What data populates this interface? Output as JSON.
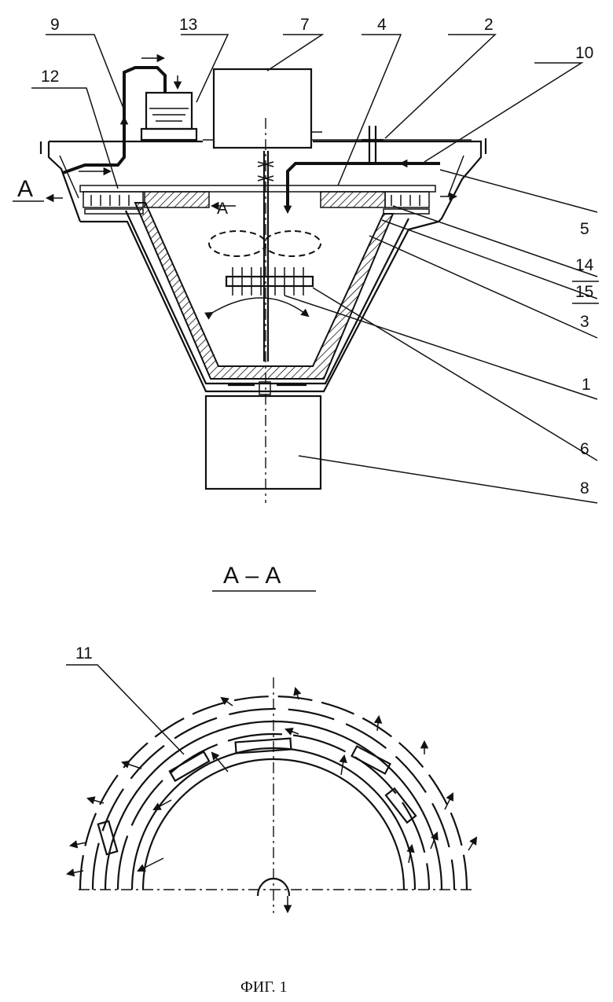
{
  "labels": {
    "n1": "1",
    "n2": "2",
    "n3": "3",
    "n4": "4",
    "n5": "5",
    "n6": "6",
    "n7": "7",
    "n8": "8",
    "n9": "9",
    "n10": "10",
    "n11": "11",
    "n12": "12",
    "n13": "13",
    "n14": "14",
    "n15": "15"
  },
  "section": {
    "left_mark": "A",
    "inner_mark": "A",
    "title": "А – А"
  },
  "caption": "ФИГ. 1",
  "colors": {
    "ink": "#111111",
    "paper": "#ffffff"
  }
}
